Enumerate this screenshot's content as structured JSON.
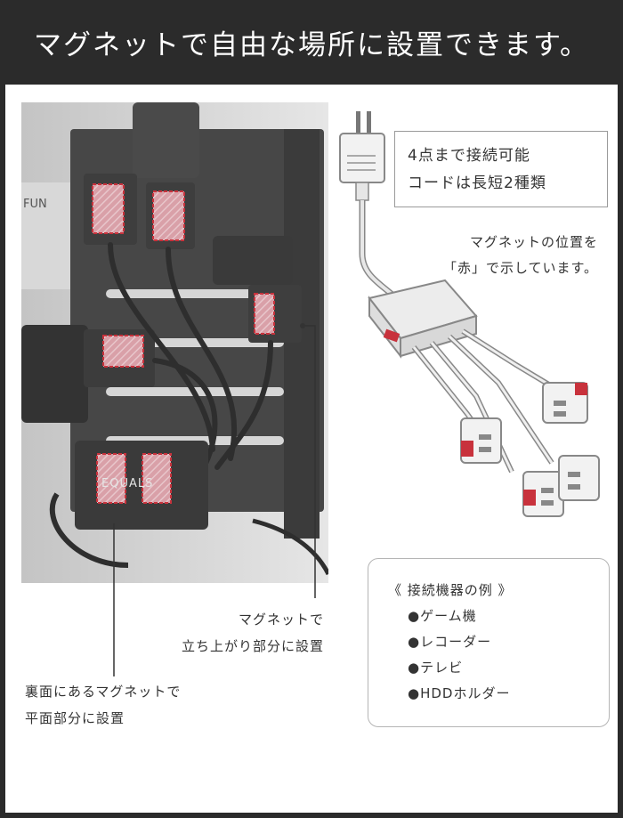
{
  "header": {
    "title": "マグネットで自由な場所に設置できます。"
  },
  "info_box": {
    "line1": "4点まで接続可能",
    "line2": "コードは長短2種類"
  },
  "magnet_note": {
    "line1": "マグネットの位置を",
    "line2": "「赤」で示しています。"
  },
  "example_box": {
    "title": "《 接続機器の例 》",
    "items": [
      "●ゲーム機",
      "●レコーダー",
      "●テレビ",
      "●HDDホルダー"
    ]
  },
  "captions": {
    "right_line1": "マグネットで",
    "right_line2": "立ち上がり部分に設置",
    "left_line1": "裏面にあるマグネットで",
    "left_line2": "平面部分に設置"
  },
  "photo": {
    "device_logo": "EQUALS",
    "tv_mark": "FUN"
  },
  "colors": {
    "header_bg": "#2b2b2b",
    "magnet_red": "#c8323c",
    "panel": "#3a3a3a"
  }
}
